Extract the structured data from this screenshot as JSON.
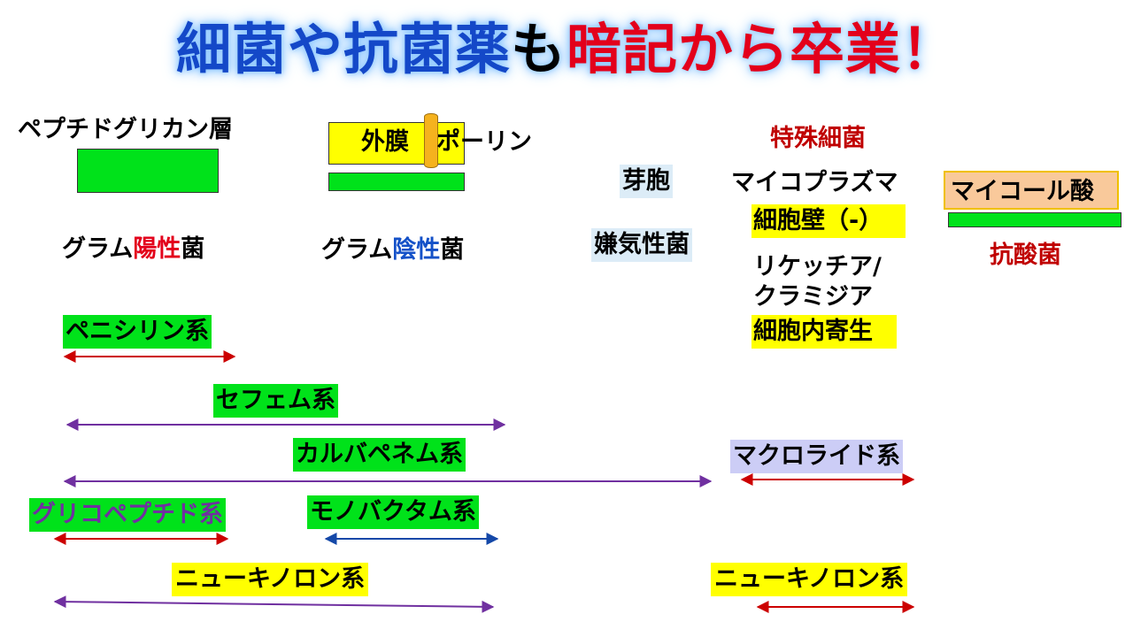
{
  "title": {
    "part1": "細菌や抗菌薬",
    "part2": "も",
    "part3": "暗記から卒業！"
  },
  "cell_wall": {
    "peptidoglycan_label": "ペプチドグリカン層",
    "outer_membrane_label": "外膜",
    "porin_label": "ポーリン"
  },
  "gram_positive": {
    "prefix": "グラム",
    "colored": "陽性",
    "suffix": "菌"
  },
  "gram_negative": {
    "prefix": "グラム",
    "colored": "陰性",
    "suffix": "菌"
  },
  "spore": "芽胞",
  "anaerobic": "嫌気性菌",
  "special": {
    "heading": "特殊細菌",
    "mycoplasma": "マイコプラズマ",
    "cell_wall_minus": "細胞壁（-）",
    "rickettsia": "リケッチア/",
    "chlamydia": "クラミジア",
    "intracellular": "細胞内寄生"
  },
  "mycolic": {
    "label": "マイコール酸",
    "acid_fast": "抗酸菌"
  },
  "drugs": {
    "penicillin": "ペニシリン系",
    "cephem": "セフェム系",
    "carbapenem": "カルバペネム系",
    "macrolide": "マクロライド系",
    "glycopeptide": "グリコペプチド系",
    "monobactam": "モノバクタム系",
    "quinolone_left": "ニューキノロン系",
    "quinolone_right": "ニューキノロン系"
  },
  "colors": {
    "title_blue": "#1448c8",
    "title_red": "#e3001b",
    "green": "#00e21a",
    "yellow": "#ffff00",
    "red_arrow": "#cc0000",
    "purple_arrow": "#7030a0",
    "blue_arrow": "#1448a8"
  }
}
